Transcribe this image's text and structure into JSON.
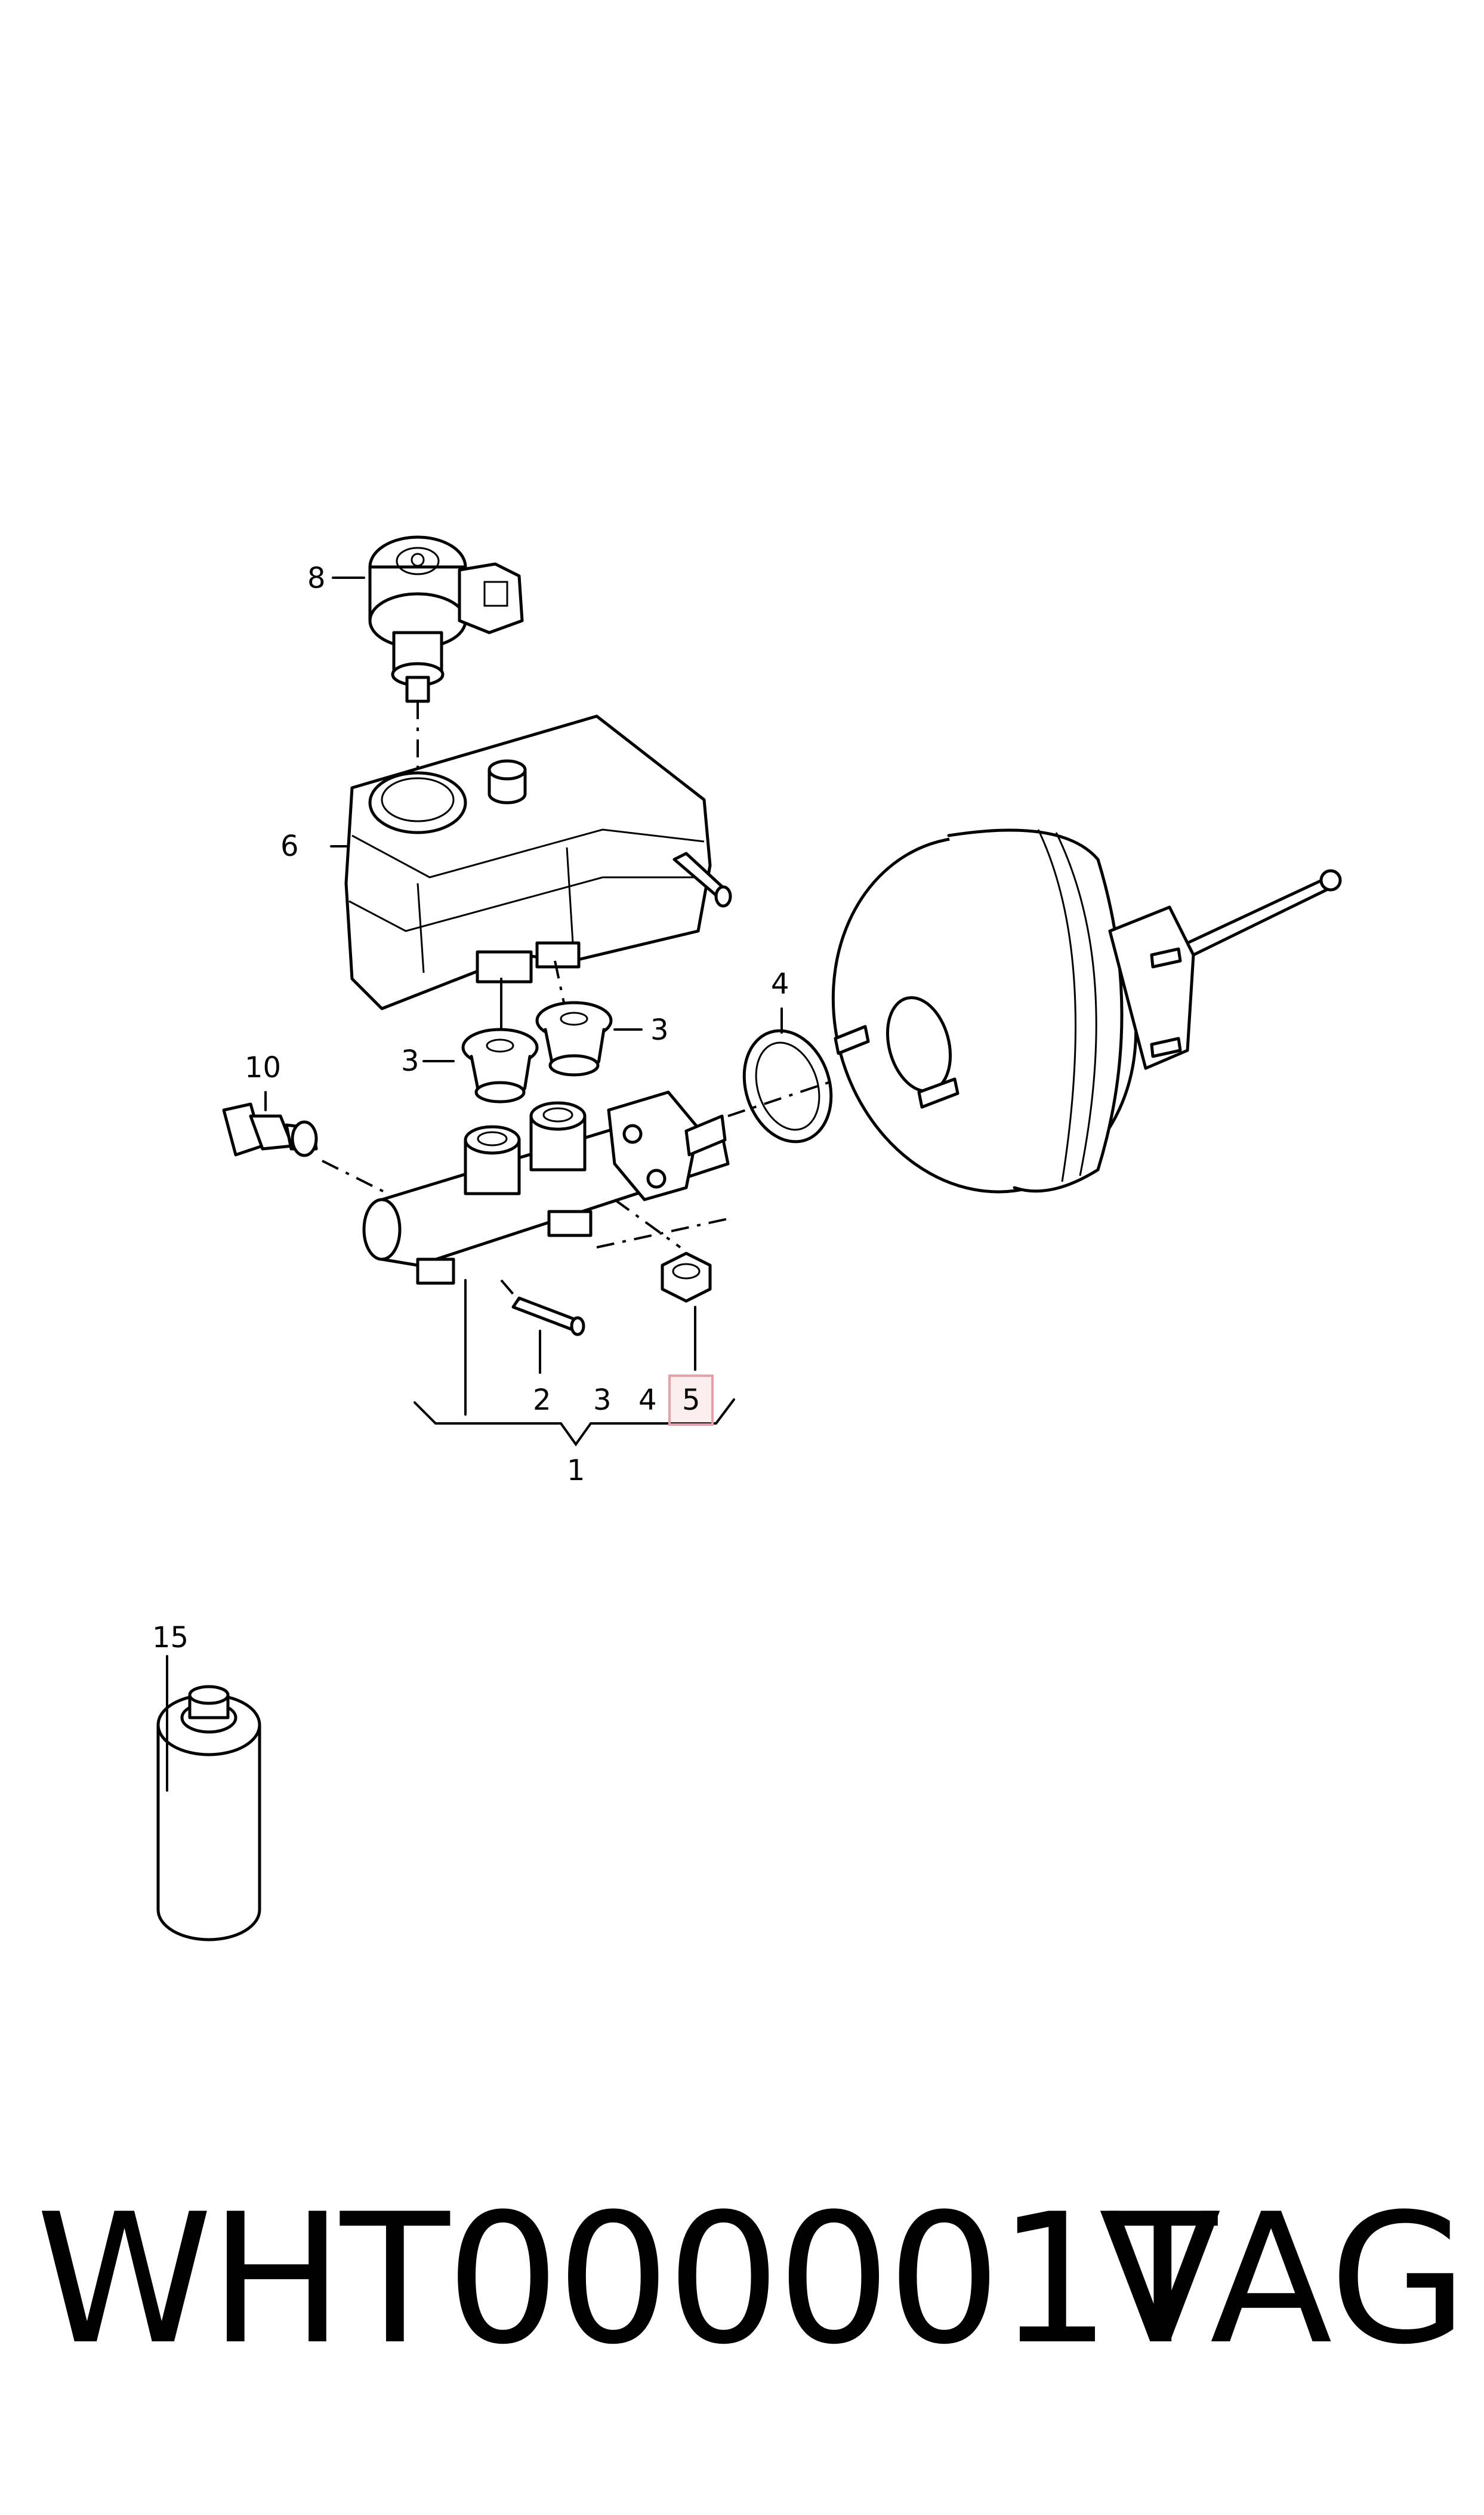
{
  "callouts": {
    "c1": "1",
    "c2": "2",
    "c3a": "3",
    "c3b": "3",
    "c3c": "3",
    "c4a": "4",
    "c4b": "4",
    "c5": "5",
    "c6": "6",
    "c8": "8",
    "c10": "10",
    "c15": "15"
  },
  "highlight_color": "#e8a0a8",
  "footer": {
    "part_number": "WHT000001T",
    "brand": "VAG"
  }
}
